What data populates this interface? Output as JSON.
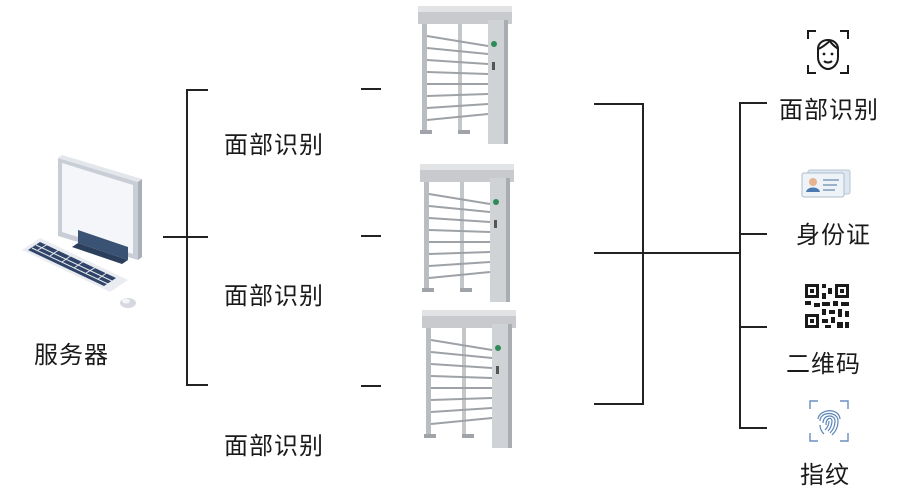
{
  "server": {
    "label": "服务器"
  },
  "gates": [
    {
      "label": "面部识别"
    },
    {
      "label": "面部识别"
    },
    {
      "label": "面部识别"
    }
  ],
  "methods": [
    {
      "label": "面部识别",
      "icon": "face-scan-icon"
    },
    {
      "label": "身份证",
      "icon": "id-card-icon"
    },
    {
      "label": "二维码",
      "icon": "qr-code-icon"
    },
    {
      "label": "指纹",
      "icon": "fingerprint-icon"
    }
  ]
}
